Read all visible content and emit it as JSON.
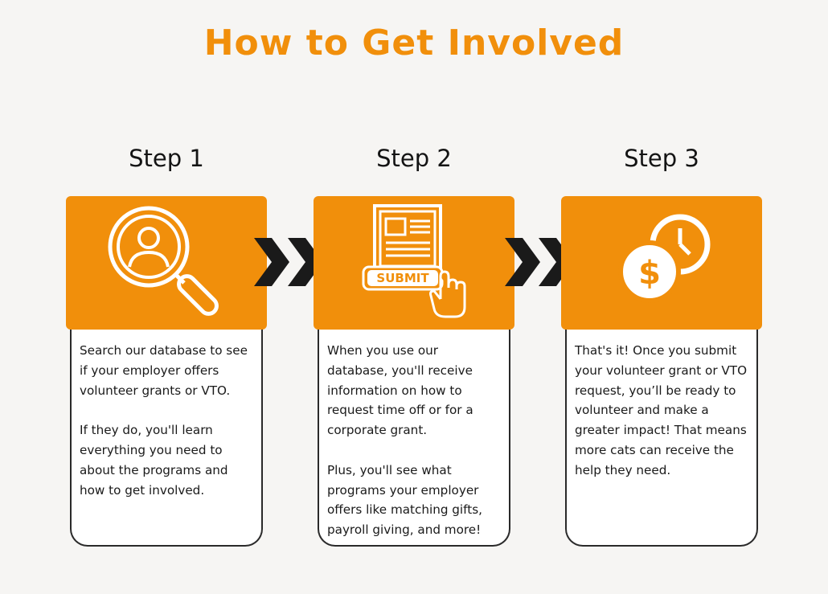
{
  "title": "How to Get Involved",
  "colors": {
    "accent": "#f18f0b",
    "background": "#f6f5f3",
    "arrow": "#1a1a1a",
    "card_border": "#2a2a2a"
  },
  "steps": [
    {
      "heading": "Step 1",
      "icon": "magnifier-person-icon",
      "paragraphs": [
        "Search our database to see if your employer offers volunteer grants or VTO.",
        "If they do, you'll learn everything you need to about the programs and how to get involved."
      ]
    },
    {
      "heading": "Step 2",
      "icon": "submit-form-icon",
      "button_text": "SUBMIT",
      "paragraphs": [
        "When you use our database, you'll receive information on how to request time off or for a corporate grant.",
        "Plus, you'll see what programs your employer offers like matching gifts, payroll giving, and more!"
      ]
    },
    {
      "heading": "Step 3",
      "icon": "dollar-clock-icon",
      "coin_symbol": "$",
      "paragraphs": [
        "That's it! Once you submit your volunteer grant or VTO request, you’ll be ready to volunteer and make a greater impact! That means more cats can receive the help they need."
      ]
    }
  ]
}
